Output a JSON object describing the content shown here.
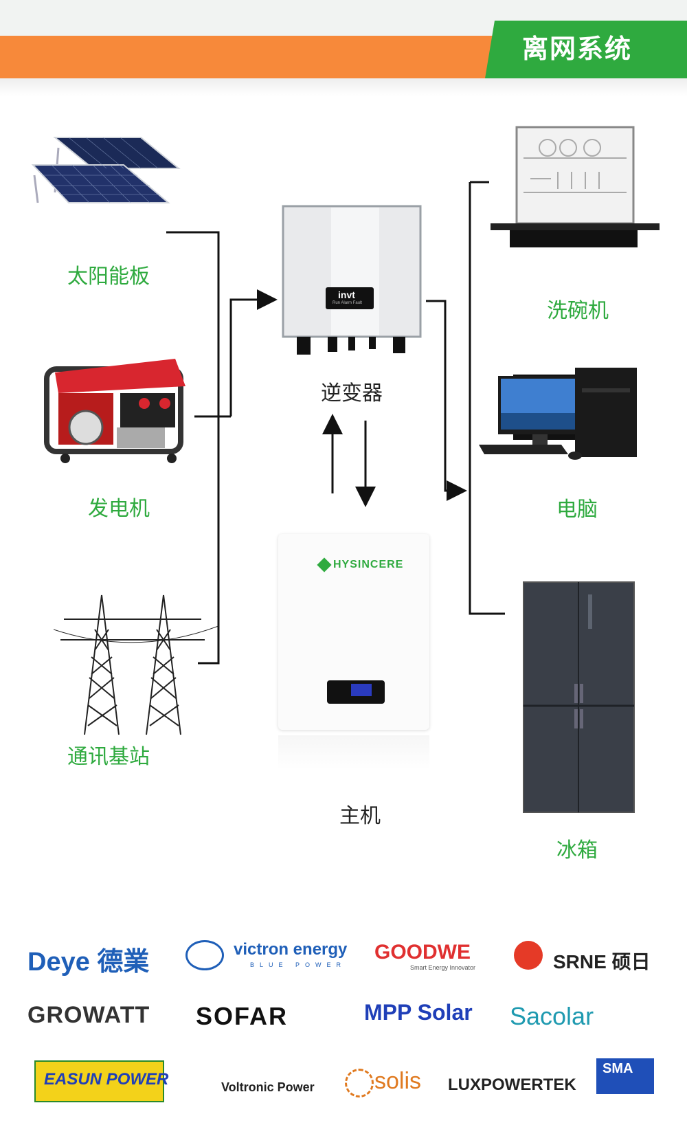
{
  "header": {
    "title": "离网系统"
  },
  "sources": [
    {
      "label": "太阳能板",
      "icon": "solar-panel-icon"
    },
    {
      "label": "发电机",
      "icon": "generator-icon"
    },
    {
      "label": "通讯基站",
      "icon": "power-tower-icon"
    }
  ],
  "center": {
    "inverter": {
      "label": "逆变器",
      "brand": "invt",
      "leds": [
        "Run",
        "Alarm",
        "Fault"
      ]
    },
    "battery": {
      "label": "主机",
      "brand": "HYSINCERE"
    }
  },
  "loads": [
    {
      "label": "洗碗机",
      "icon": "dishwasher-icon"
    },
    {
      "label": "电脑",
      "icon": "computer-icon"
    },
    {
      "label": "冰箱",
      "icon": "refrigerator-icon"
    }
  ],
  "brands": {
    "row1": [
      "Deye 德業",
      "victron energy",
      "GOODWE",
      "SRNE 硕日"
    ],
    "row2": [
      "GROWATT",
      "SOFAR",
      "MPP Solar",
      "Sacolar"
    ],
    "row3": [
      "EASUN POWER",
      "Voltronic Power",
      "solis",
      "LUXPOWERTEK",
      "SMA"
    ],
    "victron_sub": "BLUE POWER",
    "goodwe_sub": "Smart Energy Innovator"
  },
  "colors": {
    "accent_green": "#2faa3f",
    "accent_orange": "#f7893a"
  }
}
